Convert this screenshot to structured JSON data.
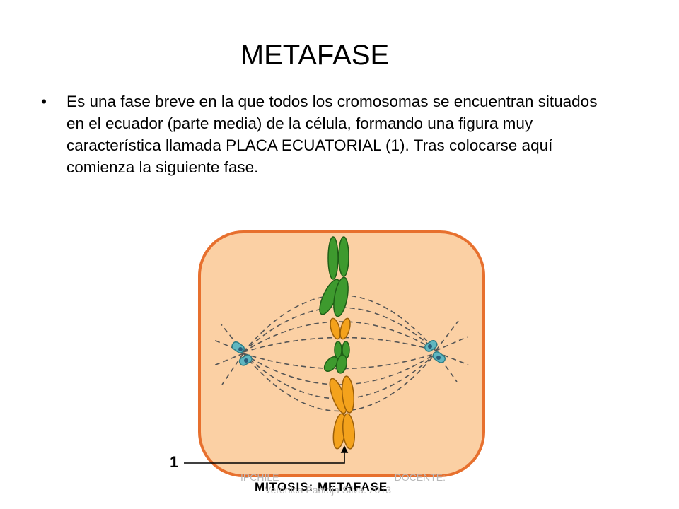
{
  "slide": {
    "title": "METAFASE",
    "bullet_text": "Es una fase breve en la que todos los cromosomas se encuentran situados en el ecuador (parte media) de la célula, formando una figura muy característica llamada PLACA ECUATORIAL (1). Tras colocarse aquí comienza la siguiente fase."
  },
  "diagram": {
    "pointer_label": "1",
    "caption": "MITOSIS: METAFASE",
    "colors": {
      "cell_fill": "#fbd0a4",
      "cell_border": "#e7702e",
      "chromosome_green": "#3e9a2e",
      "chromosome_orange": "#f4a21c",
      "centriole": "#5fb6c0",
      "spindle": "#555555"
    }
  },
  "footer": {
    "left": "IPCHILE",
    "right": "DOCENTE:",
    "second_line": "Verónica Pantoja Silva. 2013"
  }
}
